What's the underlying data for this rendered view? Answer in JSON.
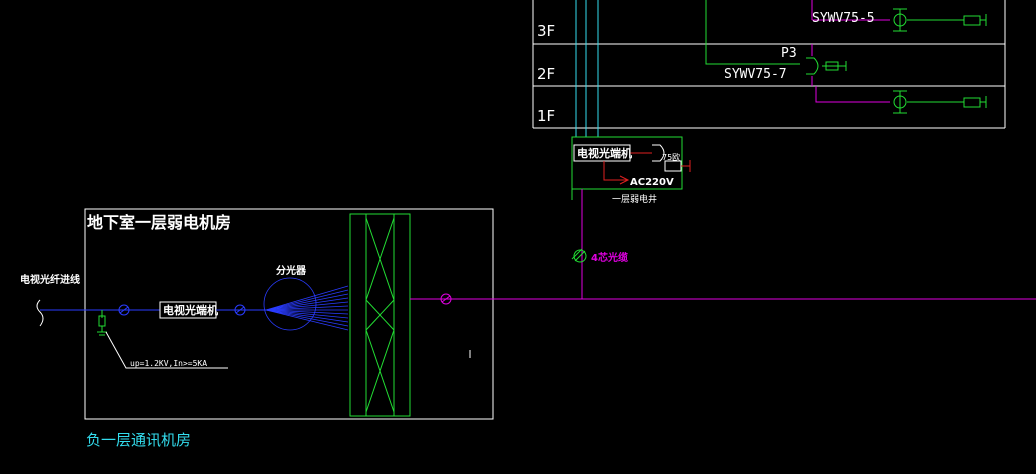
{
  "floors": [
    "3F",
    "2F",
    "1F"
  ],
  "cables": {
    "top": "SYWV75-5",
    "mid": "SYWV75-7",
    "p3": "P3"
  },
  "shaft_box": {
    "device": "电视光端机",
    "ohm": "75欧",
    "power": "AC220V",
    "caption": "一层弱电井"
  },
  "fiber_label": "4芯光缆",
  "room": {
    "title": "地下室一层弱电机房",
    "incoming": "电视光纤进线",
    "device": "电视光端机",
    "splitter": "分光器",
    "arrester": "up=1.2KV,In>=5KA"
  },
  "bottom_label": "负一层通讯机房",
  "colors": {
    "background": "#000000",
    "frame": "#ffffff",
    "green": "#22dd33",
    "blue": "#2a3cff",
    "magenta": "#e000e0",
    "cyan": "#33ddee",
    "red": "#e02020"
  }
}
